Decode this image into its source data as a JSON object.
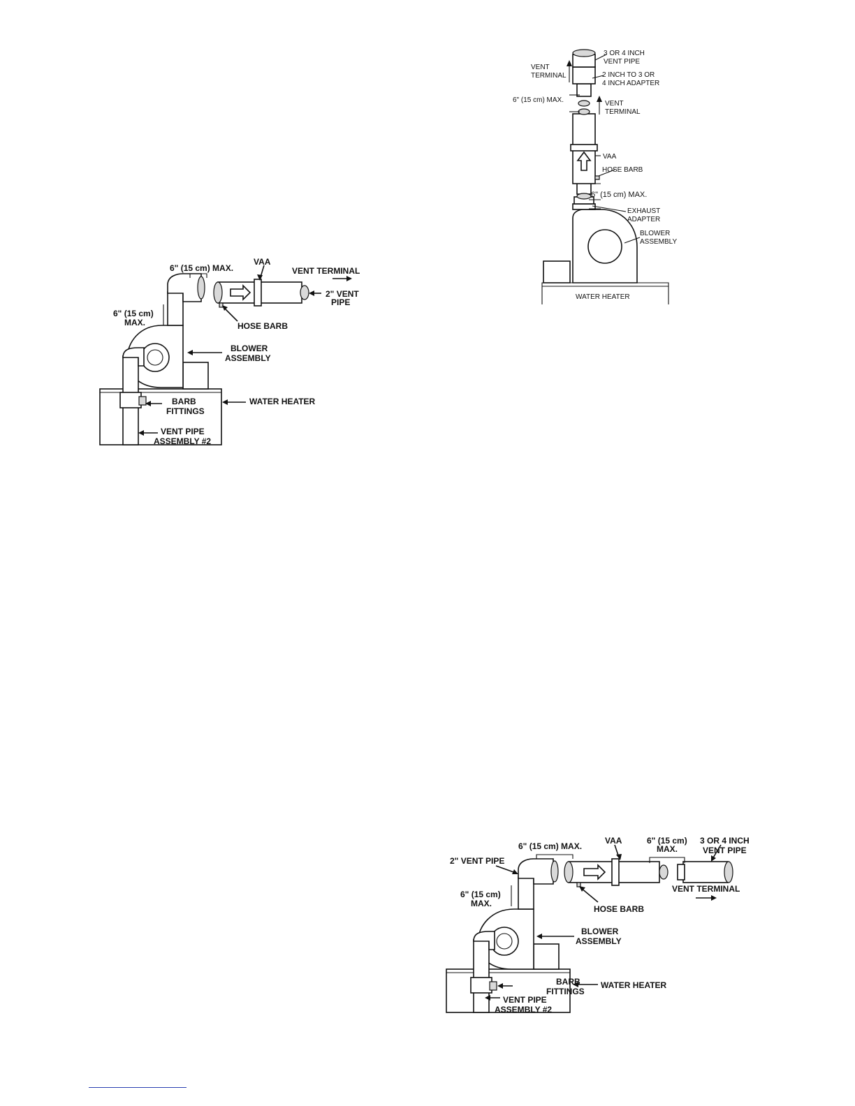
{
  "figure_horizontal_a": {
    "label_6in_max_top": "6\" (15 cm) MAX.",
    "label_vaa": "VAA",
    "label_vent_terminal": "VENT TERMINAL",
    "label_2in_vent_1": "2\" VENT",
    "label_2in_vent_2": "PIPE",
    "label_6in_side_1": "6\" (15 cm)",
    "label_6in_side_2": "MAX.",
    "label_hose_barb": "HOSE BARB",
    "label_blower_1": "BLOWER",
    "label_blower_2": "ASSEMBLY",
    "label_barb_1": "BARB",
    "label_barb_2": "FITTINGS",
    "label_water_heater": "WATER HEATER",
    "label_vent_assy_1": "VENT PIPE",
    "label_vent_assy_2": "ASSEMBLY #2"
  },
  "figure_vertical": {
    "label_3or4_1": "3 OR 4 INCH",
    "label_3or4_2": "VENT PIPE",
    "label_vent_terminal_left_1": "VENT",
    "label_vent_terminal_left_2": "TERMINAL",
    "label_adapter_1": "2 INCH TO 3 OR",
    "label_adapter_2": "4 INCH ADAPTER",
    "label_6in_max_upper": "6\" (15 cm) MAX.",
    "label_vent_terminal_right_1": "VENT",
    "label_vent_terminal_right_2": "TERMINAL",
    "label_vaa": "VAA",
    "label_hose_barb": "HOSE BARB",
    "label_6in_max_lower": "6\" (15 cm) MAX.",
    "label_exhaust_1": "EXHAUST",
    "label_exhaust_2": "ADAPTER",
    "label_blower_1": "BLOWER",
    "label_blower_2": "ASSEMBLY",
    "label_water_heater": "WATER HEATER"
  },
  "figure_horizontal_b": {
    "label_6in_max_top": "6\" (15 cm) MAX.",
    "label_vaa": "VAA",
    "label_6in_right_1": "6\" (15 cm)",
    "label_6in_right_2": "MAX.",
    "label_3or4_1": "3 OR 4 INCH",
    "label_3or4_2": "VENT PIPE",
    "label_2in_vent": "2\" VENT PIPE",
    "label_6in_side_1": "6\" (15 cm)",
    "label_6in_side_2": "MAX.",
    "label_vent_terminal": "VENT TERMINAL",
    "label_hose_barb": "HOSE BARB",
    "label_blower_1": "BLOWER",
    "label_blower_2": "ASSEMBLY",
    "label_barb_1": "BARB",
    "label_barb_2": "FITTINGS",
    "label_water_heater": "WATER HEATER",
    "label_vent_assy_1": "VENT PIPE",
    "label_vent_assy_2": "ASSEMBLY #2"
  }
}
